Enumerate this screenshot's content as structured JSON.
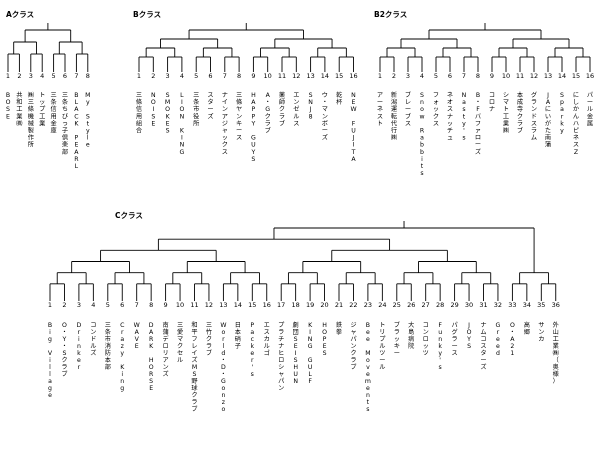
{
  "sections": [
    {
      "title": "Aクラス",
      "teams": [
        "BOSE",
        "共和工業㈱",
        "㈱三條機械製作所",
        "トップ工業",
        "三条信用金庫",
        "三条ちびっ子倶楽部",
        "BLACK PEARL",
        "My Style"
      ]
    },
    {
      "title": "Bクラス",
      "teams": [
        "三條信用組合",
        "NOISE",
        "SMOKES",
        "LION KING",
        "三条市役所",
        "スターズ",
        "ナインアジャックス",
        "三條ヤンキース",
        "HAPPY GUYS",
        "A・Gクラブ",
        "薬師クラブ",
        "エンゼルス",
        "SNJ8",
        "ウ・マンボーズ",
        "乾杯",
        "NEW FUJITA"
      ]
    },
    {
      "title": "B2クラス",
      "teams": [
        "アーネスト",
        "新潟運転代行㈱",
        "ブレーブス",
        "Snow Rabbits",
        "フォックス",
        "ネオスナッチュ",
        "Nasty's",
        "B・Fバファローズ",
        "コロナ",
        "シマト工業㈱",
        "本成寺クラブ",
        "グランドスラム",
        "JAにいがた南蒲",
        "Sparky",
        "にしかんハピネスZ",
        "パール金属"
      ]
    },
    {
      "title": "Cクラス",
      "teams": [
        "Big Village",
        "O・Y・Sクラブ",
        "Drinker",
        "コンドルズ",
        "三条市消防本部",
        "Crazy King",
        "WAVE",
        "DARK HORSE",
        "南蒲デロリアンズ",
        "三愛マクセル",
        "和平フレイズMS野球クラブ",
        "三竹クラブ",
        "World・D・Gonzo",
        "日本硝子",
        "Packer's",
        "エスカルゴ",
        "プラチナヒロシャパン",
        "劇団SEISHUN",
        "KING GULF",
        "HOPES",
        "鉄拳",
        "ジャパンクラブ",
        "Bee Movements",
        "トリプルツール",
        "ブラッキー",
        "大島病院",
        "コンロッツ",
        "Funky's",
        "パグラース",
        "JOYS",
        "ナムコスターズ",
        "Greed",
        "O・A21",
        "高郷",
        "サンカ",
        "外山工業㈱（奥様）"
      ]
    }
  ]
}
